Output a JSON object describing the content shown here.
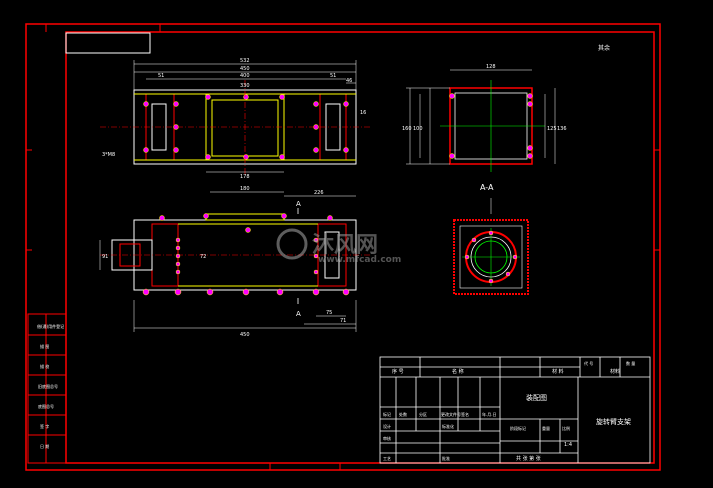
{
  "drawing": {
    "top_right_note": "其余",
    "section_label": "A-A",
    "section_mark_upper": "A",
    "section_mark_lower": "A",
    "dims_top_view": [
      "532",
      "450",
      "400",
      "330",
      "51",
      "51",
      "46",
      "16",
      "178"
    ],
    "dims_right_view": [
      "128",
      "160",
      "100",
      "125",
      "136"
    ],
    "dims_front_view": [
      "180",
      "226",
      "450",
      "75",
      "71",
      "91",
      "72"
    ],
    "left_note": "3*M8"
  },
  "watermark": {
    "brand": "沐风网",
    "url": "www.mfcad.com"
  },
  "side_table": {
    "rows": [
      "借(通)用件登记",
      "描  图",
      "描  校",
      "旧底图总号",
      "底图总号",
      "签  字",
      "日  期"
    ]
  },
  "title_block": {
    "header": [
      "序 号",
      "名 称",
      "材 料",
      "代 号",
      "数 量"
    ],
    "assembly": "装配图",
    "part_name": "旋转臂支架",
    "scale_label": "比例",
    "scale": "1:4",
    "weight_label": "重量",
    "material_label": "材料",
    "drawn": "设计",
    "checked": "审核",
    "process": "工艺",
    "approved": "批准",
    "sheet": "共  张  第  张",
    "labels_misc": [
      "标记",
      "处数",
      "分区",
      "更改文件号",
      "签名",
      "年.月.日",
      "标准化",
      "阶段标记"
    ]
  },
  "colors": {
    "frame": "#ff0000",
    "line": "#ffffff",
    "part": "#ffff00",
    "dim": "#00ffff",
    "hole": "#ff00ff",
    "center": "#00ff00"
  }
}
